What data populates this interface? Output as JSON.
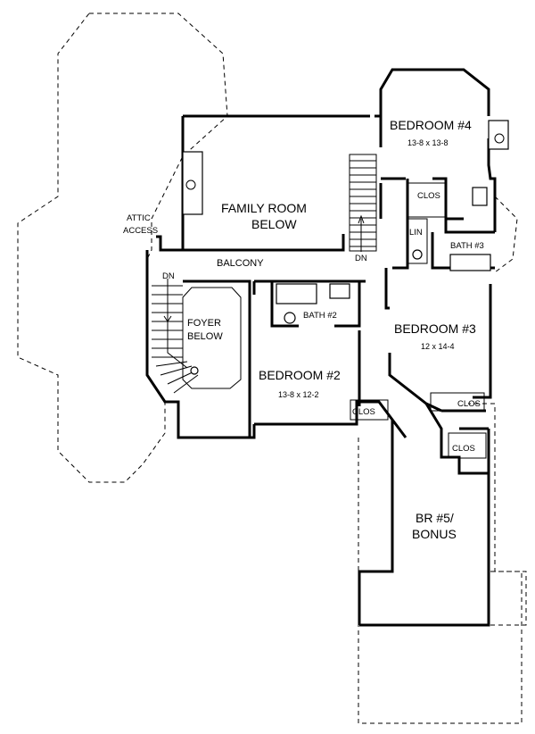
{
  "rooms": {
    "bedroom4": {
      "name": "BEDROOM #4",
      "dims": "13-8 x 13-8"
    },
    "family_room": {
      "line1": "FAMILY ROOM",
      "line2": "BELOW"
    },
    "attic": {
      "line1": "ATTIC",
      "line2": "ACCESS"
    },
    "balcony": "BALCONY",
    "foyer": {
      "line1": "FOYER",
      "line2": "BELOW"
    },
    "bedroom2": {
      "name": "BEDROOM #2",
      "dims": "13-8 x 12-2"
    },
    "bedroom3": {
      "name": "BEDROOM #3",
      "dims": "12 x 14-4"
    },
    "bath2": "BATH #2",
    "bath3": "BATH #3",
    "lin": "LIN",
    "clos": "CLOS",
    "br5": {
      "line1": "BR #5/",
      "line2": "BONUS"
    },
    "dn": "DN"
  }
}
